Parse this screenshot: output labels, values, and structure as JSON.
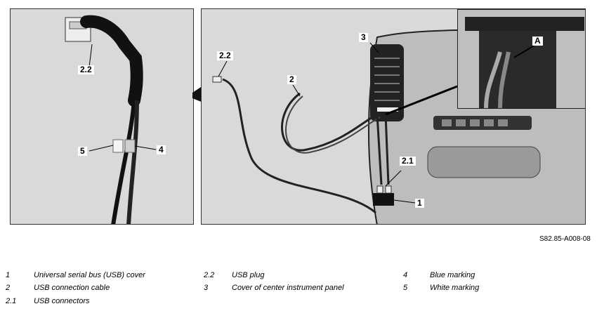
{
  "image_ref": "S82.85-A008-08",
  "callouts": {
    "p1_2_2": "2.2",
    "p1_5": "5",
    "p1_4": "4",
    "p2_2_2": "2.2",
    "p2_2": "2",
    "p2_3": "3",
    "p2_2_1": "2.1",
    "p2_1": "1",
    "inset_A": "A"
  },
  "legend": [
    {
      "num": "1",
      "text": "Universal serial bus (USB) cover"
    },
    {
      "num": "2",
      "text": "USB connection cable"
    },
    {
      "num": "2.1",
      "text": "USB connectors"
    },
    {
      "num": "2.2",
      "text": "USB plug"
    },
    {
      "num": "3",
      "text": "Cover of center instrument panel"
    },
    {
      "num": "4",
      "text": "Blue marking"
    },
    {
      "num": "5",
      "text": "White marking"
    }
  ]
}
